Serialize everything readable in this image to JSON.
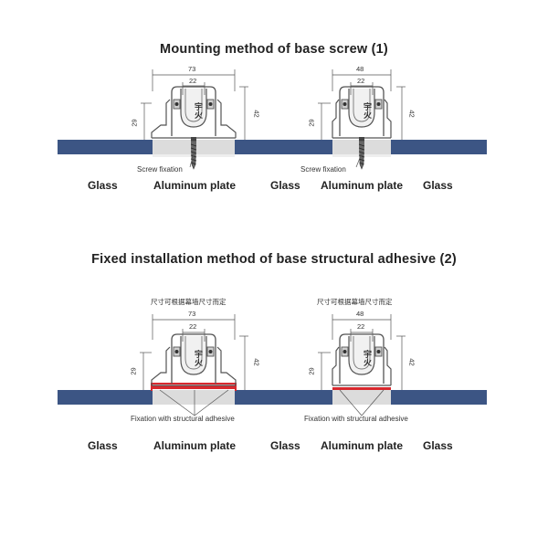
{
  "section1": {
    "title": "Mounting method of base screw (1)",
    "left": {
      "dim_top": "73",
      "dim_inner": "22",
      "dim_left": "29",
      "dim_right": "42",
      "callout": "Screw fixation"
    },
    "right": {
      "dim_top": "48",
      "dim_inner": "22",
      "dim_left": "29",
      "dim_right": "42",
      "callout": "Screw fixation"
    },
    "labels": [
      "Glass",
      "Aluminum plate",
      "Glass",
      "Aluminum plate",
      "Glass"
    ]
  },
  "section2": {
    "title": "Fixed installation method of base structural adhesive (2)",
    "left": {
      "note": "尺寸可根据幕墙尺寸而定",
      "dim_top": "73",
      "dim_inner": "22",
      "dim_left": "29",
      "dim_right": "42",
      "callout": "Fixation with structural adhesive"
    },
    "right": {
      "note": "尺寸可根据幕墙尺寸而定",
      "dim_top": "48",
      "dim_inner": "22",
      "dim_left": "29",
      "dim_right": "42",
      "callout": "Fixation with structural adhesive"
    },
    "labels": [
      "Glass",
      "Aluminum plate",
      "Glass",
      "Aluminum plate",
      "Glass"
    ]
  },
  "logo_text": "宇火",
  "colors": {
    "glass": "#3c5584",
    "aluminum": "#dcdcdc",
    "adhesive": "#d8282e",
    "line": "#555555"
  }
}
